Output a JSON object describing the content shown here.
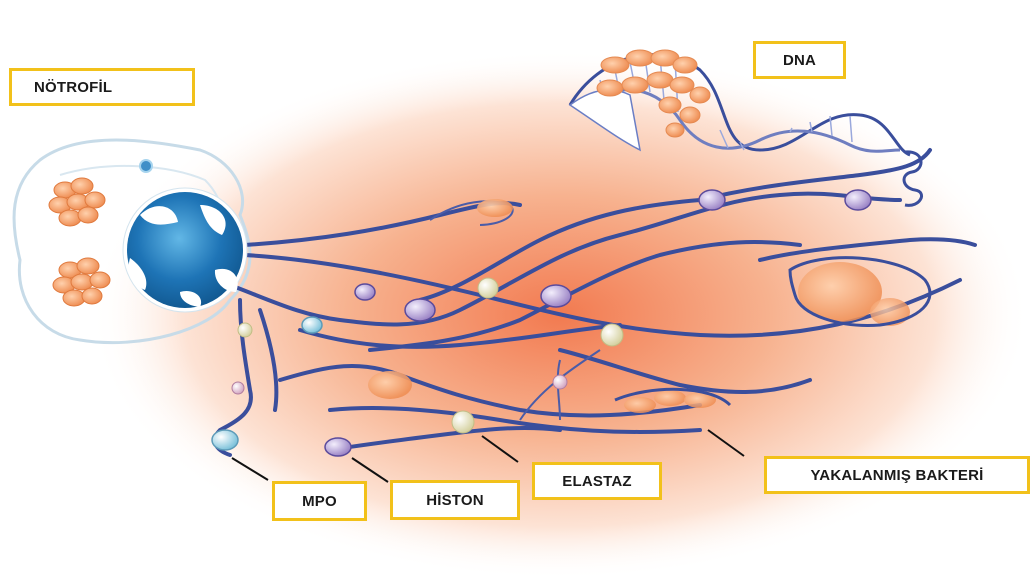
{
  "labels": {
    "neutrophil": "NÖTROFİL",
    "dna": "DNA",
    "mpo": "MPO",
    "histone": "HİSTON",
    "elastase": "ELASTAZ",
    "trapped_bacteria": "YAKALANMIŞ BAKTERİ"
  },
  "colors": {
    "label_border": "#f2c11a",
    "fiber": "#3a4e9c",
    "nucleus": "#1e74b6",
    "granule": "#f08a4b",
    "glow_center": "#f27a50",
    "elastase_bead": "#f3f0c8",
    "mpo_bead": "#a9d8e6",
    "histone_bead": "#b9a4d8"
  }
}
